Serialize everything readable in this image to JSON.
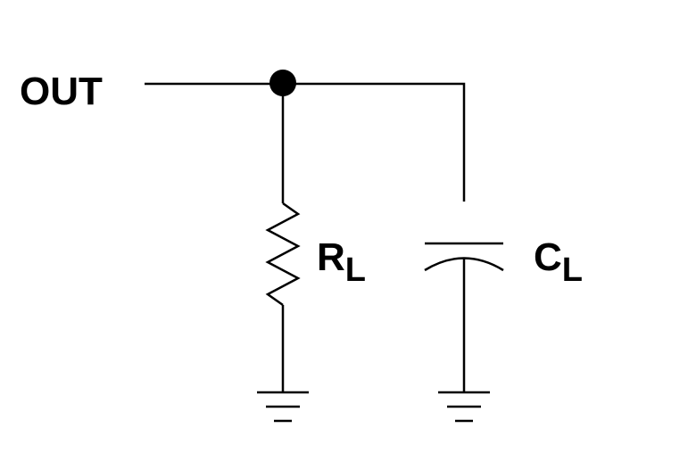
{
  "diagram": {
    "out_label": "OUT",
    "resistor": {
      "symbol": "R",
      "subscript": "L"
    },
    "capacitor": {
      "symbol": "C",
      "subscript": "L"
    },
    "colors": {
      "stroke": "#000000",
      "background": "#ffffff"
    }
  }
}
